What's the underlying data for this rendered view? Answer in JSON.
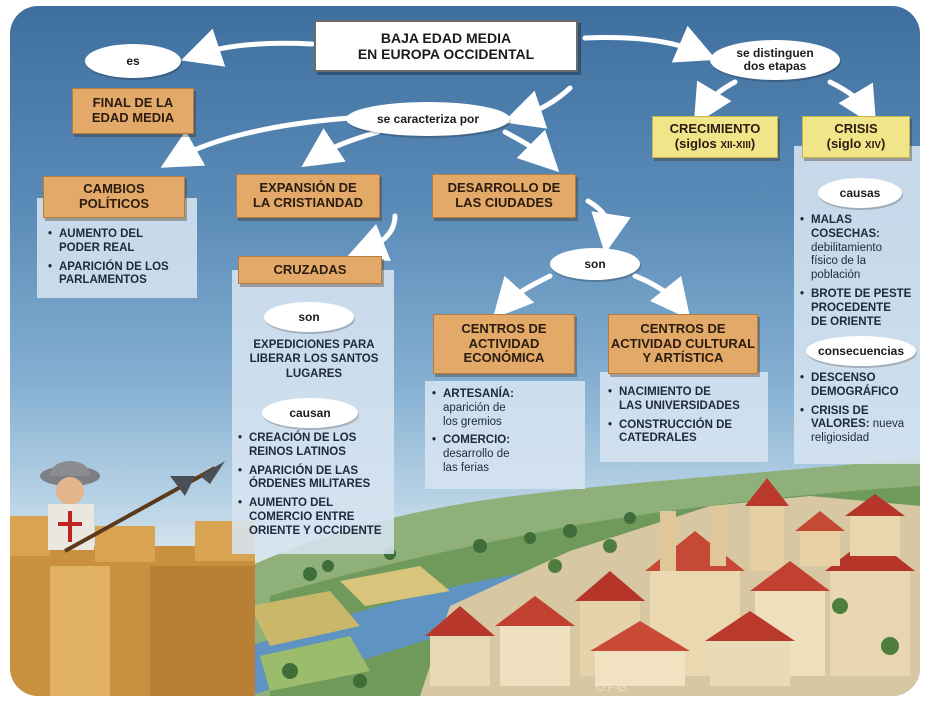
{
  "title": {
    "line1": "BAJA EDAD MEDIA",
    "line2": "EN EUROPA OCCIDENTAL"
  },
  "connectors": {
    "es": "es",
    "se_caracteriza_por": "se caracteriza por",
    "se_distinguen": {
      "line1": "se distinguen",
      "line2": "dos etapas"
    },
    "son_ciudades": "son",
    "son_cruzadas": "son",
    "causan": "causan",
    "causas": "causas",
    "consecuencias": "consecuencias"
  },
  "final": {
    "line1": "FINAL DE LA",
    "line2": "EDAD MEDIA"
  },
  "cambios": {
    "line1": "CAMBIOS",
    "line2": "POLÍTICOS",
    "items": [
      {
        "line1": "AUMENTO DEL",
        "line2": "PODER REAL"
      },
      {
        "line1": "APARICIÓN DE LOS",
        "line2": "PARLAMENTOS"
      }
    ]
  },
  "expansion": {
    "line1": "EXPANSIÓN DE",
    "line2": "LA CRISTIANDAD"
  },
  "cruzadas": {
    "label": "CRUZADAS",
    "def": {
      "line1": "EXPEDICIONES PARA",
      "line2": "LIBERAR LOS SANTOS",
      "line3": "LUGARES"
    },
    "items": [
      {
        "line1": "CREACIÓN DE LOS",
        "line2": "REINOS LATINOS"
      },
      {
        "line1": "APARICIÓN DE LAS",
        "line2": "ÓRDENES MILITARES"
      },
      {
        "line1": "AUMENTO DEL",
        "line2": "COMERCIO ENTRE",
        "line3": "ORIENTE Y OCCIDENTE"
      }
    ]
  },
  "ciudades": {
    "line1": "DESARROLLO DE",
    "line2": "LAS CIUDADES"
  },
  "economica": {
    "line1": "CENTROS DE",
    "line2": "ACTIVIDAD",
    "line3": "ECONÓMICA",
    "items": [
      {
        "head": "ARTESANÍA:",
        "rest1": "aparición de",
        "rest2": "los gremios"
      },
      {
        "head": "COMERCIO:",
        "rest1": "desarrollo de",
        "rest2": "las ferias"
      }
    ]
  },
  "cultural": {
    "line1": "CENTROS DE",
    "line2": "ACTIVIDAD CULTURAL",
    "line3": "Y ARTÍSTICA",
    "items": [
      {
        "line1": "NACIMIENTO DE",
        "line2": "LAS UNIVERSIDADES"
      },
      {
        "line1": "CONSTRUCCIÓN DE",
        "line2": "CATEDRALES"
      }
    ]
  },
  "crecimiento": {
    "line1": "CRECIMIENTO",
    "line2": "(siglos",
    "siglo": "XII-XIII",
    "close": ")"
  },
  "crisis": {
    "line1": "CRISIS",
    "line2": "(siglo",
    "siglo": "XIV",
    "close": ")",
    "causas": [
      {
        "head": "MALAS COSECHAS:",
        "rest1": "debilitamiento",
        "rest2": "físico de la",
        "rest3": "población"
      },
      {
        "line1": "BROTE DE PESTE",
        "line2": "PROCEDENTE",
        "line3": "DE ORIENTE"
      }
    ],
    "consecuencias": [
      {
        "line1": "DESCENSO",
        "line2": "DEMOGRÁFICO"
      },
      {
        "head1": "CRISIS DE",
        "head2": "VALORES:",
        "rest1": "nueva",
        "rest2": "religiosidad"
      }
    ]
  },
  "signature": "O.F-G.",
  "colors": {
    "orange": "#e2a968",
    "yellow": "#f1e58a",
    "panel": "#d6e4f0",
    "sky": "#5b8cb8"
  }
}
